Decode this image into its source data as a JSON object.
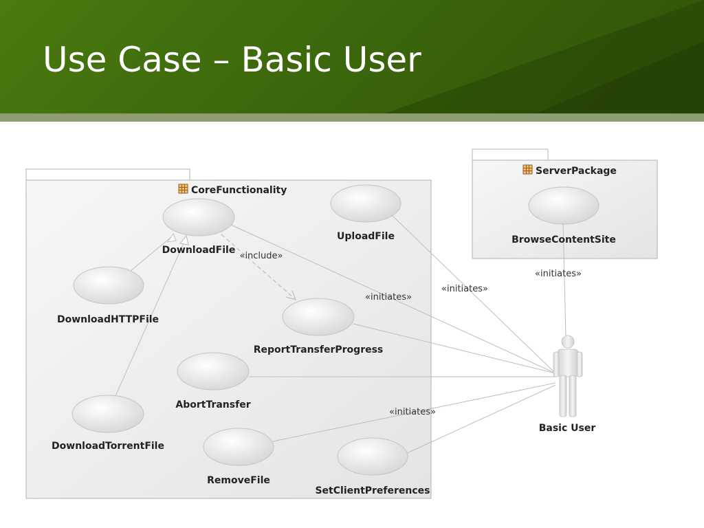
{
  "slide": {
    "title": "Use Case – Basic User"
  },
  "packages": {
    "core": {
      "name": "CoreFunctionality"
    },
    "server": {
      "name": "ServerPackage"
    }
  },
  "use_cases": {
    "download_file": "DownloadFile",
    "upload_file": "UploadFile",
    "download_http_file": "DownloadHTTPFile",
    "report_transfer_progress": "ReportTransferProgress",
    "abort_transfer": "AbortTransfer",
    "download_torrent_file": "DownloadTorrentFile",
    "remove_file": "RemoveFile",
    "set_client_preferences": "SetClientPreferences",
    "browse_content_site": "BrowseContentSite"
  },
  "actor": {
    "name": "Basic User"
  },
  "stereotypes": {
    "include": "«include»",
    "initiates_1": "«initiates»",
    "initiates_2": "«initiates»",
    "initiates_3": "«initiates»",
    "initiates_4": "«initiates»"
  },
  "colors": {
    "banner_green": "#3e6a0c",
    "stripe": "#8e9e72",
    "package_fill": "#ececec",
    "usecase_fill": "#e6e6e6"
  },
  "icons": {
    "package": "package-icon",
    "actor": "stick-figure-icon"
  }
}
